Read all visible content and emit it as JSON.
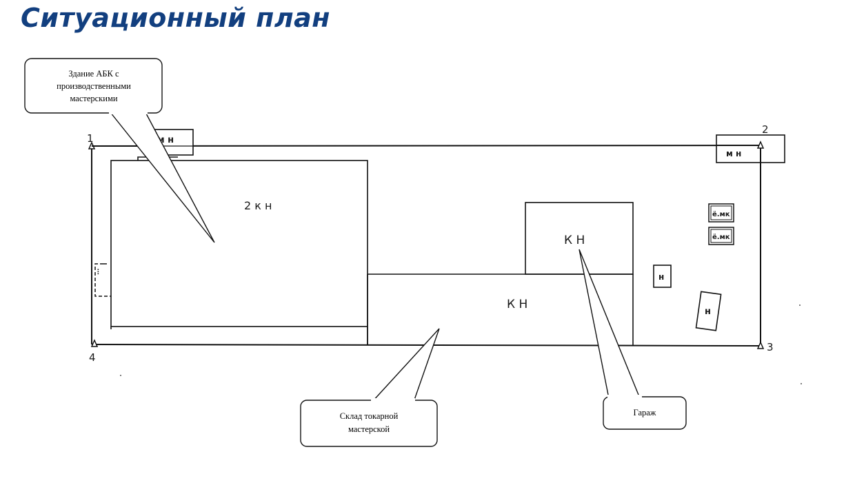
{
  "page": {
    "title": "Ситуационный план"
  },
  "plan": {
    "points": {
      "p1": "1",
      "p2": "2",
      "p3": "3",
      "p4": "4"
    },
    "buildings": {
      "abk_label": "2 к н",
      "sklad_label": "К Н",
      "garage_label": "К Н",
      "mn_top_left": "м н",
      "mn_top_right": "м н",
      "small_n1": "н",
      "small_n2": "н",
      "emk1": "ё.мк",
      "emk2": "ё.мк"
    }
  },
  "callouts": {
    "abk": [
      "Здание АБК с",
      "производственными",
      "мастерскими"
    ],
    "sklad": [
      "Склад токарной",
      "мастерской"
    ],
    "garage": [
      "Гараж"
    ]
  }
}
